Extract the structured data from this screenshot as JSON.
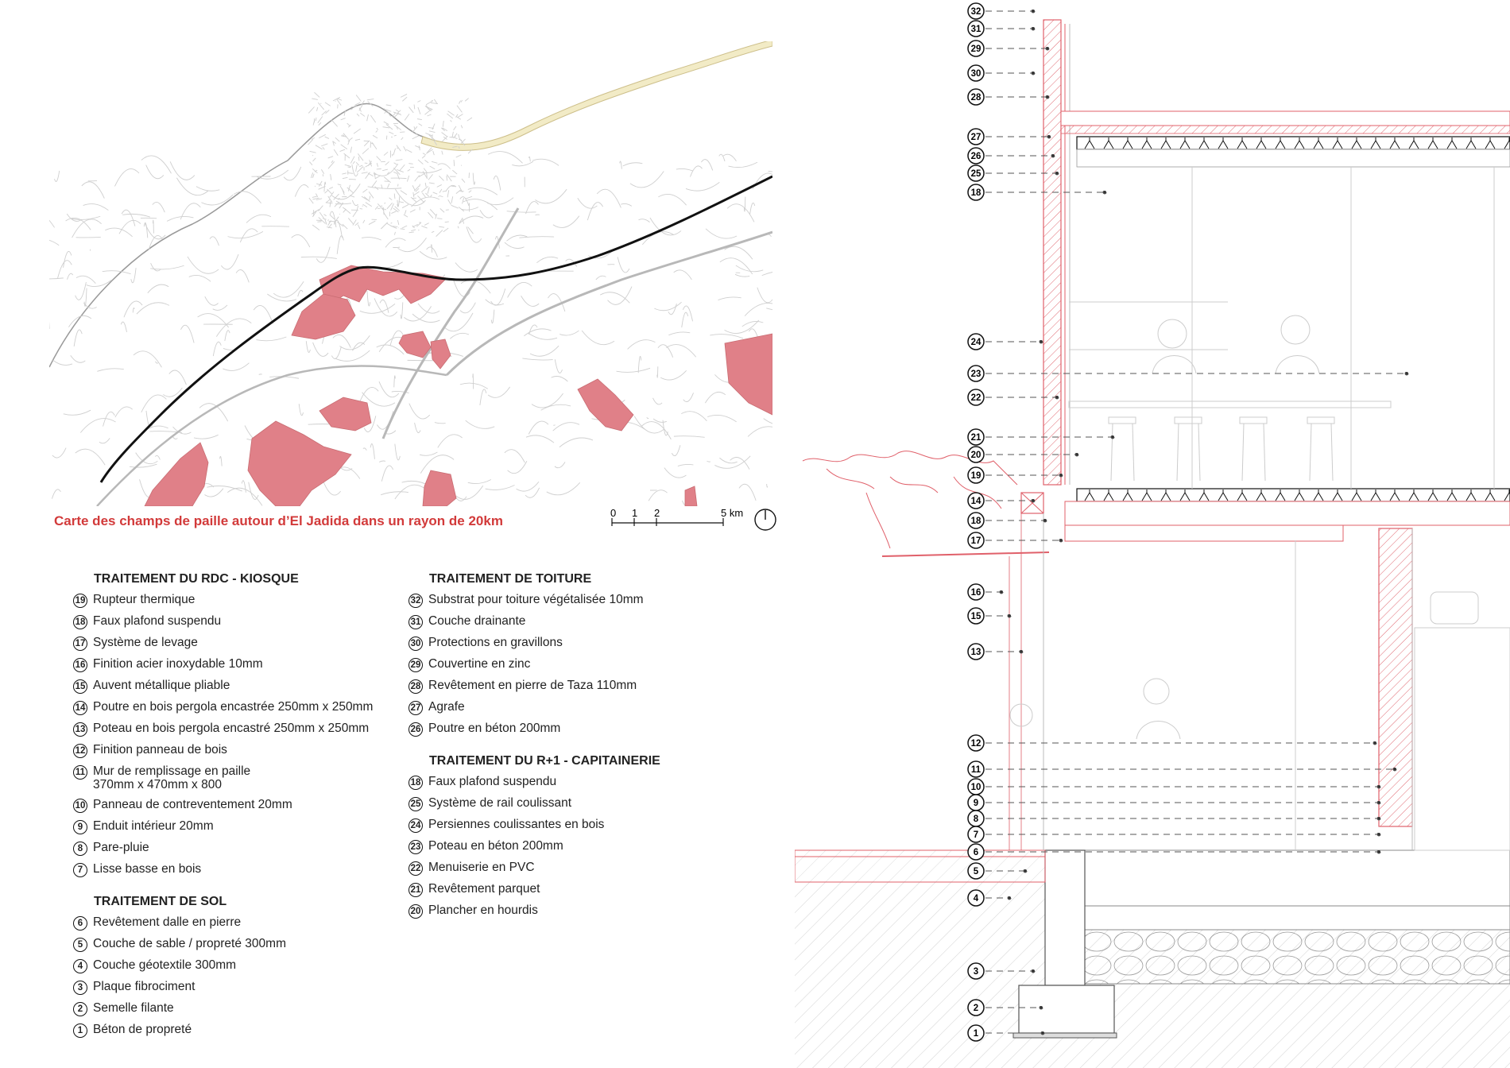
{
  "map": {
    "caption": "Carte des champs de paille autour d’El Jadida dans un rayon de 20km",
    "scale_labels": [
      "0",
      "1",
      "2",
      "5 km"
    ],
    "field_color": "#e08088",
    "road_color": "#c8c8c8",
    "rail_color": "#111111",
    "coast_color": "#f0e8c0"
  },
  "legend": {
    "rdc": {
      "heading": "TRAITEMENT DU RDC - KIOSQUE",
      "items": [
        {
          "num": "19",
          "text": "Rupteur thermique"
        },
        {
          "num": "18",
          "text": "Faux plafond suspendu"
        },
        {
          "num": "17",
          "text": "Système de levage"
        },
        {
          "num": "16",
          "text": "Finition acier inoxydable 10mm"
        },
        {
          "num": "15",
          "text": "Auvent métallique pliable"
        },
        {
          "num": "14",
          "text": "Poutre en bois pergola encastrée 250mm x 250mm"
        },
        {
          "num": "13",
          "text": "Poteau en bois pergola encastré 250mm x 250mm"
        },
        {
          "num": "12",
          "text": "Finition panneau de bois"
        },
        {
          "num": "11",
          "text": "Mur de remplissage en paille\n370mm x 470mm x 800"
        },
        {
          "num": "10",
          "text": "Panneau de contreventement 20mm"
        },
        {
          "num": "9",
          "text": "Enduit intérieur 20mm"
        },
        {
          "num": "8",
          "text": "Pare-pluie"
        },
        {
          "num": "7",
          "text": "Lisse basse en bois"
        }
      ]
    },
    "sol": {
      "heading": "TRAITEMENT DE SOL",
      "items": [
        {
          "num": "6",
          "text": "Revêtement dalle en pierre"
        },
        {
          "num": "5",
          "text": "Couche de sable / propreté 300mm"
        },
        {
          "num": "4",
          "text": "Couche géotextile 300mm"
        },
        {
          "num": "3",
          "text": "Plaque fibrociment"
        },
        {
          "num": "2",
          "text": "Semelle filante"
        },
        {
          "num": "1",
          "text": "Béton de propreté"
        }
      ]
    },
    "toiture": {
      "heading": "TRAITEMENT DE TOITURE",
      "items": [
        {
          "num": "32",
          "text": "Substrat pour toiture végétalisée 10mm"
        },
        {
          "num": "31",
          "text": "Couche drainante"
        },
        {
          "num": "30",
          "text": "Protections en gravillons"
        },
        {
          "num": "29",
          "text": "Couvertine en zinc"
        },
        {
          "num": "28",
          "text": "Revêtement en pierre de Taza 110mm"
        },
        {
          "num": "27",
          "text": "Agrafe"
        },
        {
          "num": "26",
          "text": "Poutre en béton 200mm"
        }
      ]
    },
    "r1": {
      "heading": "TRAITEMENT DU R+1 - CAPITAINERIE",
      "items": [
        {
          "num": "18",
          "text": "Faux plafond suspendu"
        },
        {
          "num": "25",
          "text": "Système de rail coulissant"
        },
        {
          "num": "24",
          "text": "Persiennes coulissantes en bois"
        },
        {
          "num": "23",
          "text": "Poteau en béton 200mm"
        },
        {
          "num": "22",
          "text": "Menuiserie en PVC"
        },
        {
          "num": "21",
          "text": "Revêtement parquet"
        },
        {
          "num": "20",
          "text": "Plancher en hourdis"
        }
      ]
    }
  },
  "section": {
    "accent_color": "#e0606a",
    "tags": [
      "32",
      "31",
      "29",
      "30",
      "28",
      "27",
      "26",
      "25",
      "18",
      "24",
      "23",
      "22",
      "21",
      "20",
      "19",
      "14",
      "18",
      "17",
      "16",
      "15",
      "13",
      "12",
      "11",
      "10",
      "9",
      "8",
      "7",
      "6",
      "5",
      "4",
      "3",
      "2",
      "1"
    ]
  }
}
